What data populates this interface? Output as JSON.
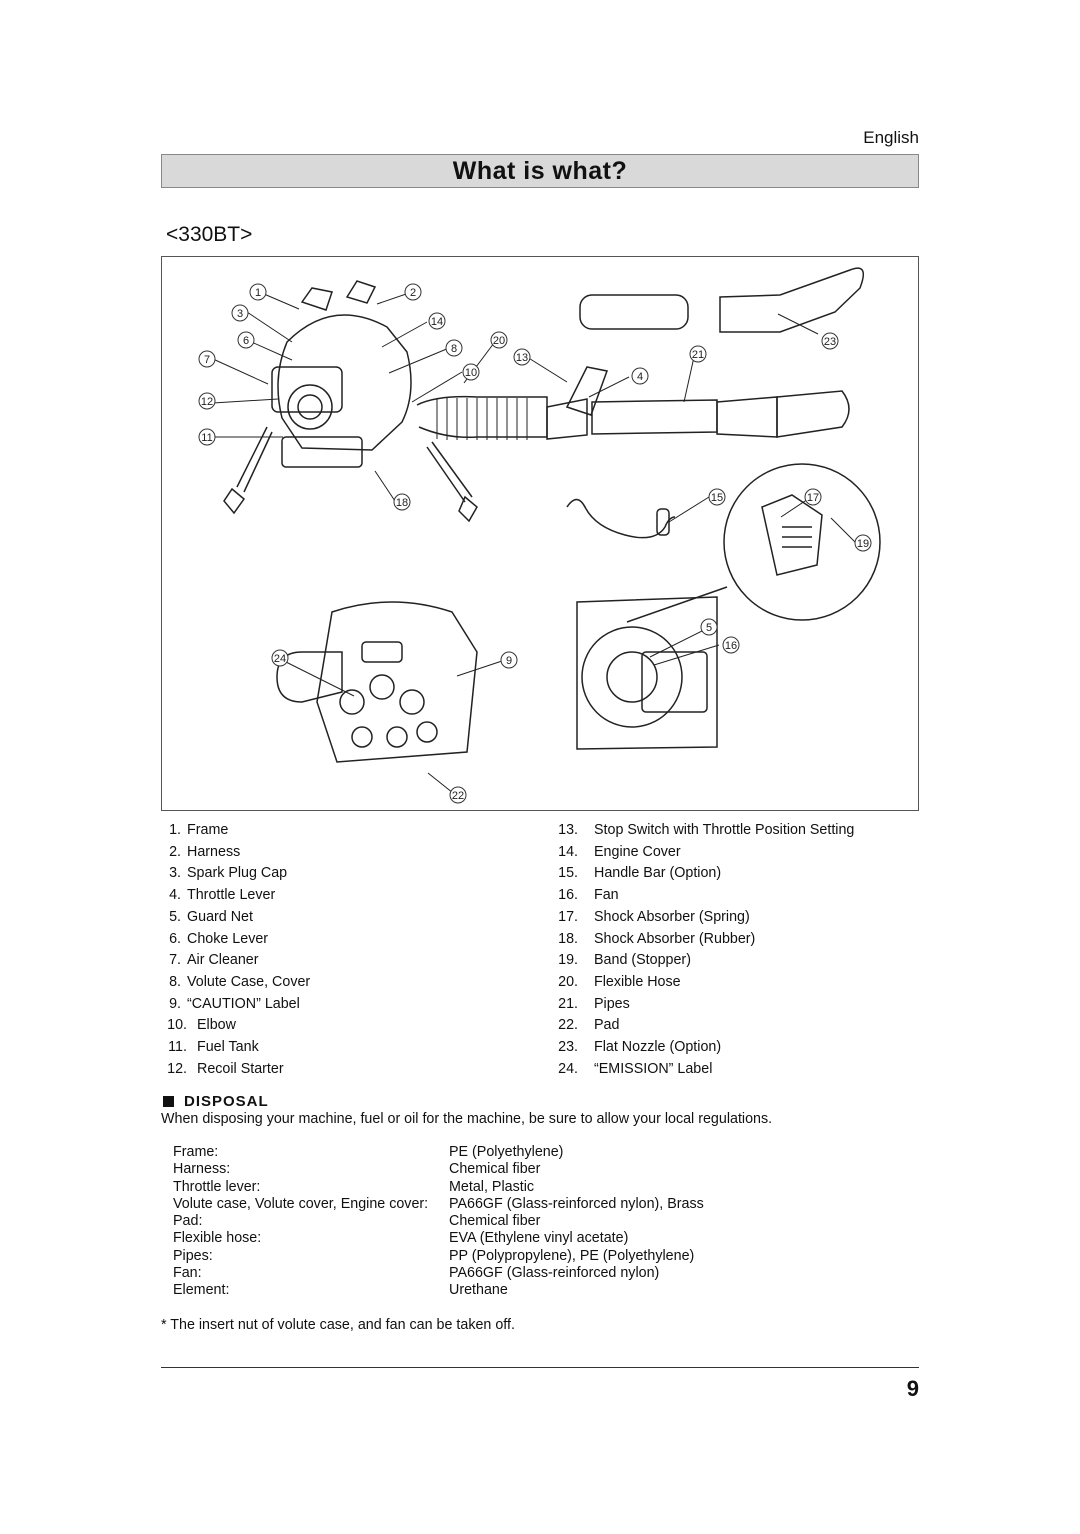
{
  "header": {
    "language": "English",
    "title": "What is what?"
  },
  "model": "<330BT>",
  "figure": {
    "callouts": [
      "1",
      "2",
      "3",
      "4",
      "5",
      "6",
      "7",
      "8",
      "9",
      "10",
      "11",
      "12",
      "13",
      "14",
      "15",
      "16",
      "17",
      "18",
      "19",
      "20",
      "21",
      "22",
      "23",
      "24"
    ]
  },
  "parts_left": [
    {
      "num": "1.",
      "name": "Frame"
    },
    {
      "num": "2.",
      "name": "Harness"
    },
    {
      "num": "3.",
      "name": "Spark Plug Cap"
    },
    {
      "num": "4.",
      "name": "Throttle Lever"
    },
    {
      "num": "5.",
      "name": "Guard Net"
    },
    {
      "num": "6.",
      "name": "Choke Lever"
    },
    {
      "num": "7.",
      "name": "Air Cleaner"
    },
    {
      "num": "8.",
      "name": "Volute Case, Cover"
    },
    {
      "num": "9.",
      "name": "“CAUTION” Label"
    },
    {
      "num": "10.",
      "name": "Elbow"
    },
    {
      "num": "11.",
      "name": "Fuel Tank"
    },
    {
      "num": "12.",
      "name": "Recoil Starter"
    }
  ],
  "parts_right": [
    {
      "num": "13.",
      "name": "Stop Switch with Throttle Position Setting"
    },
    {
      "num": "14.",
      "name": "Engine Cover"
    },
    {
      "num": "15.",
      "name": "Handle Bar (Option)"
    },
    {
      "num": "16.",
      "name": "Fan"
    },
    {
      "num": "17.",
      "name": "Shock Absorber (Spring)"
    },
    {
      "num": "18.",
      "name": "Shock Absorber (Rubber)"
    },
    {
      "num": "19.",
      "name": "Band (Stopper)"
    },
    {
      "num": "20.",
      "name": "Flexible Hose"
    },
    {
      "num": "21.",
      "name": "Pipes"
    },
    {
      "num": "22.",
      "name": "Pad"
    },
    {
      "num": "23.",
      "name": "Flat Nozzle (Option)"
    },
    {
      "num": "24.",
      "name": "“EMISSION” Label"
    }
  ],
  "disposal": {
    "heading": "DISPOSAL",
    "intro": "When disposing your machine, fuel or oil for the machine, be sure to allow your local regulations.",
    "materials": [
      {
        "item": "Frame:",
        "material": "PE (Polyethylene)"
      },
      {
        "item": "Harness:",
        "material": "Chemical fiber"
      },
      {
        "item": "Throttle lever:",
        "material": "Metal, Plastic"
      },
      {
        "item": "Volute case, Volute cover, Engine cover:",
        "material": "PA66GF (Glass-reinforced nylon), Brass"
      },
      {
        "item": "Pad:",
        "material": "Chemical fiber"
      },
      {
        "item": "Flexible hose:",
        "material": "EVA (Ethylene vinyl acetate)"
      },
      {
        "item": "Pipes:",
        "material": "PP (Polypropylene), PE (Polyethylene)"
      },
      {
        "item": "Fan:",
        "material": "PA66GF (Glass-reinforced nylon)"
      },
      {
        "item": "Element:",
        "material": "Urethane"
      }
    ],
    "note": "* The insert nut of volute case, and fan can be taken off."
  },
  "page_number": "9"
}
